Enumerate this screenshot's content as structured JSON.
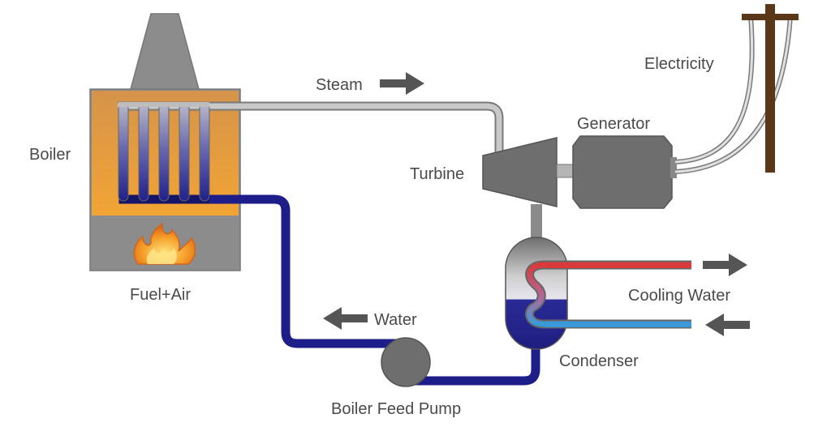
{
  "labels": {
    "steam": "Steam",
    "electricity": "Electricity",
    "generator": "Generator",
    "boiler": "Boiler",
    "turbine": "Turbine",
    "fuel_air": "Fuel+Air",
    "cooling_water": "Cooling Water",
    "water": "Water",
    "condenser": "Condenser",
    "boiler_feed_pump": "Boiler Feed Pump"
  },
  "colors": {
    "steam_pipe": "#b3b3b3",
    "water_pipe": "#1e1e8a",
    "boiler_fire_zone": "#e9a14a",
    "boiler_grey": "#8a8a8a",
    "machine_grey": "#707070",
    "hot_water": "#d93b3b",
    "cold_water": "#3a9ad9",
    "pole": "#5a3716",
    "arrow": "#555555"
  },
  "icons": [
    "flame-icon",
    "steam-direction-arrow-icon",
    "water-direction-arrow-icon",
    "cooling-out-arrow-icon",
    "cooling-in-arrow-icon"
  ]
}
